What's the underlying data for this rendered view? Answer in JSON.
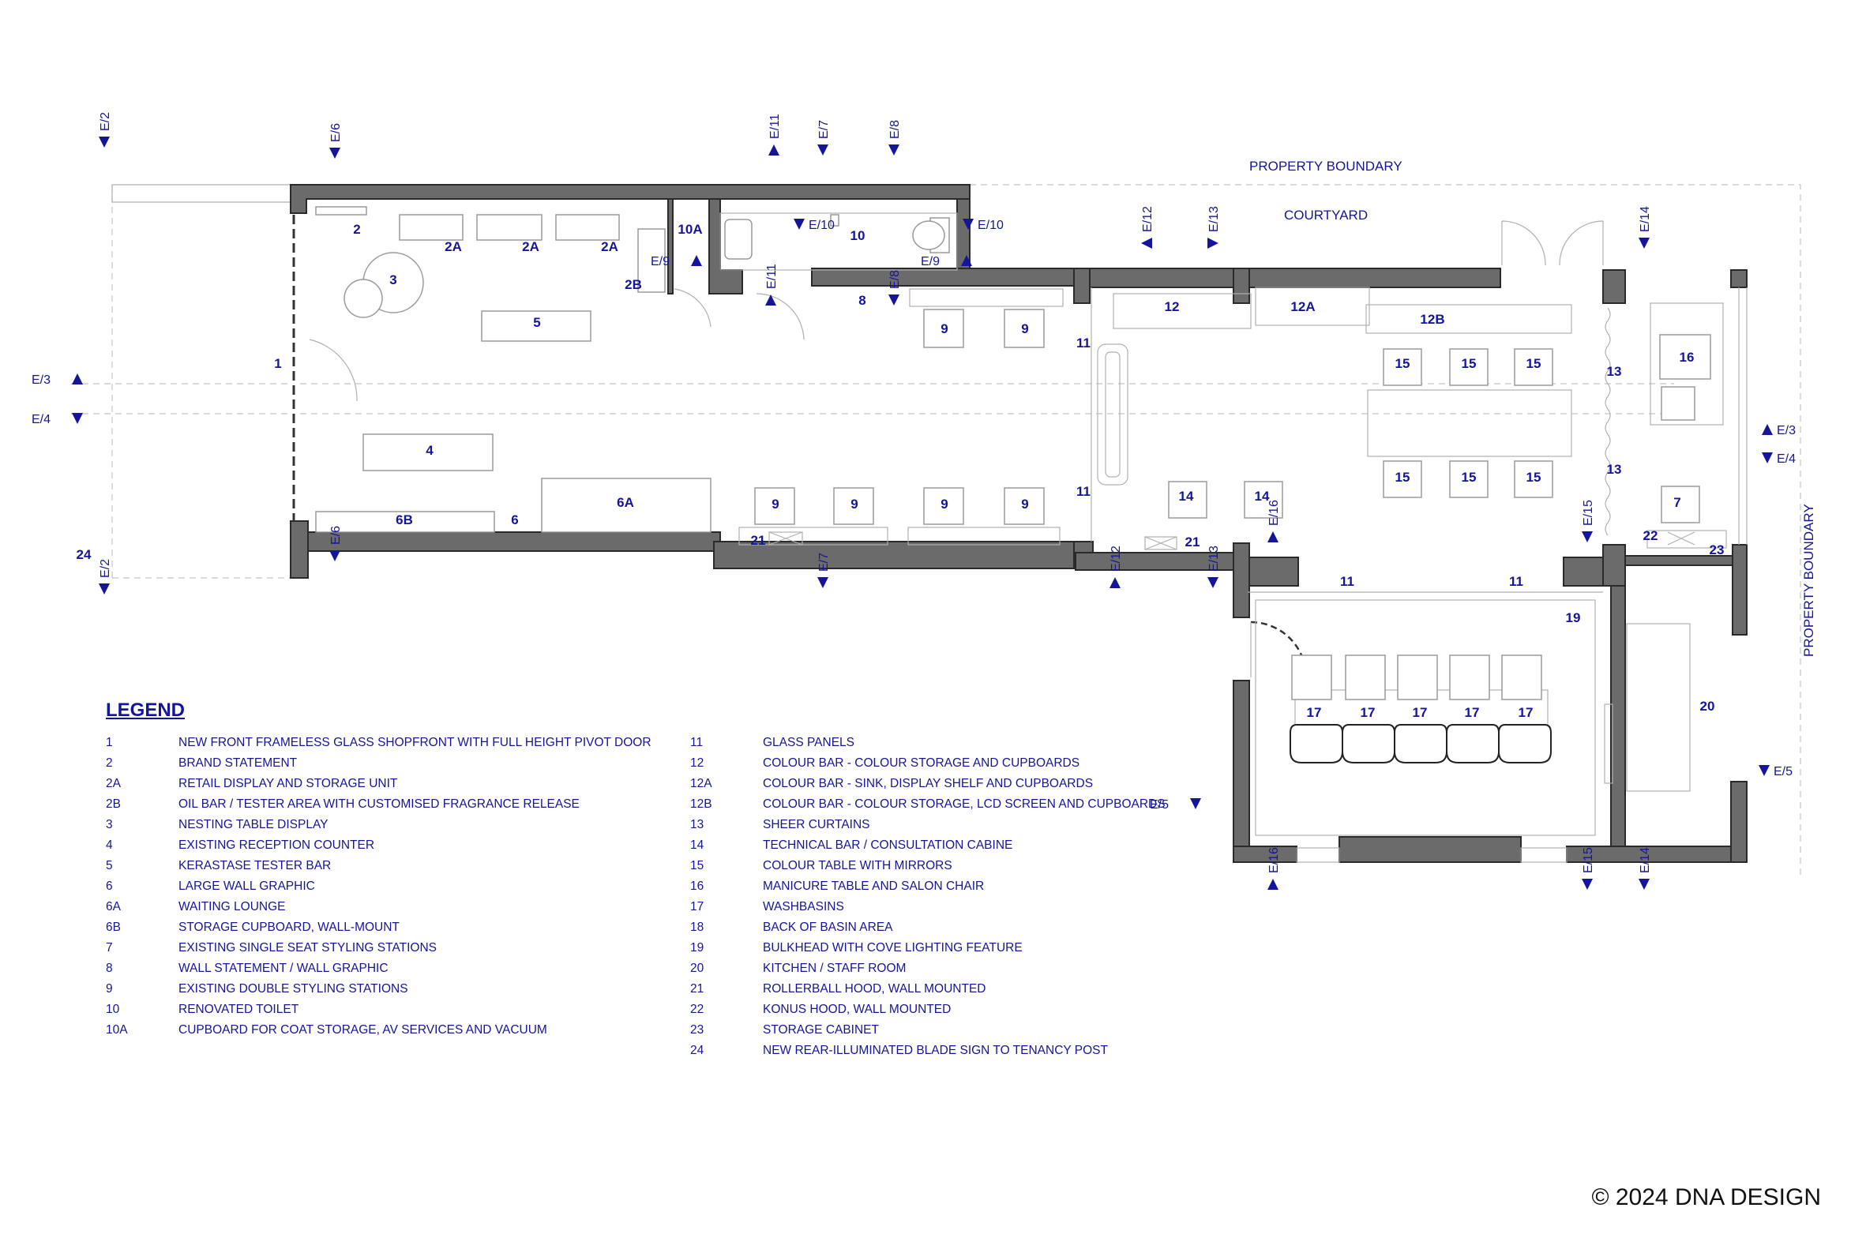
{
  "annotations": {
    "property_boundary_top": "PROPERTY BOUNDARY",
    "courtyard": "COURTYARD",
    "property_boundary_side": "PROPERTY BOUNDARY"
  },
  "room_labels": [
    "1",
    "2",
    "2A",
    "2A",
    "2A",
    "2B",
    "3",
    "4",
    "5",
    "6",
    "6A",
    "6B",
    "10A",
    "10",
    "8",
    "9",
    "9",
    "9",
    "9",
    "9",
    "9",
    "11",
    "11",
    "12",
    "12A",
    "12B",
    "15",
    "15",
    "15",
    "15",
    "15",
    "15",
    "16",
    "13",
    "13",
    "14",
    "14",
    "7",
    "21",
    "21",
    "22",
    "23",
    "24",
    "11",
    "11",
    "19",
    "17",
    "17",
    "17",
    "17",
    "17",
    "20"
  ],
  "elevation_markers": [
    "E/2",
    "E/6",
    "E/11",
    "E/7",
    "E/8",
    "E/3",
    "E/4",
    "E/10",
    "E/10",
    "E/9",
    "E/9",
    "E/12",
    "E/13",
    "E/14",
    "E/11",
    "E/8",
    "E/3",
    "E/4",
    "E/2",
    "E/6",
    "E/7",
    "E/12",
    "E/13",
    "E/16",
    "E/15",
    "E/5",
    "E/5",
    "E/16",
    "E/15",
    "E/14"
  ],
  "legend": {
    "title": "LEGEND",
    "items": [
      {
        "code": "1",
        "text": "NEW FRONT FRAMELESS GLASS SHOPFRONT WITH FULL HEIGHT PIVOT DOOR"
      },
      {
        "code": "2",
        "text": "BRAND STATEMENT"
      },
      {
        "code": "2A",
        "text": "RETAIL DISPLAY AND STORAGE UNIT"
      },
      {
        "code": "2B",
        "text": "OIL BAR / TESTER AREA WITH CUSTOMISED FRAGRANCE RELEASE"
      },
      {
        "code": "3",
        "text": "NESTING TABLE DISPLAY"
      },
      {
        "code": "4",
        "text": "EXISTING RECEPTION COUNTER"
      },
      {
        "code": "5",
        "text": "KERASTASE TESTER BAR"
      },
      {
        "code": "6",
        "text": "LARGE WALL GRAPHIC"
      },
      {
        "code": "6A",
        "text": "WAITING LOUNGE"
      },
      {
        "code": "6B",
        "text": "STORAGE CUPBOARD, WALL-MOUNT"
      },
      {
        "code": "7",
        "text": "EXISTING SINGLE SEAT STYLING STATIONS"
      },
      {
        "code": "8",
        "text": "WALL STATEMENT / WALL GRAPHIC"
      },
      {
        "code": "9",
        "text": "EXISTING DOUBLE STYLING STATIONS"
      },
      {
        "code": "10",
        "text": "RENOVATED TOILET"
      },
      {
        "code": "10A",
        "text": "CUPBOARD FOR COAT STORAGE, AV SERVICES AND VACUUM"
      },
      {
        "code": "11",
        "text": "GLASS PANELS"
      },
      {
        "code": "12",
        "text": "COLOUR BAR - COLOUR STORAGE AND CUPBOARDS"
      },
      {
        "code": "12A",
        "text": "COLOUR BAR - SINK, DISPLAY SHELF AND CUPBOARDS"
      },
      {
        "code": "12B",
        "text": "COLOUR BAR - COLOUR STORAGE, LCD SCREEN AND CUPBOARDS"
      },
      {
        "code": "13",
        "text": "SHEER CURTAINS"
      },
      {
        "code": "14",
        "text": "TECHNICAL BAR /  CONSULTATION CABINE"
      },
      {
        "code": "15",
        "text": "COLOUR TABLE WITH MIRRORS"
      },
      {
        "code": "16",
        "text": "MANICURE TABLE AND SALON CHAIR"
      },
      {
        "code": "17",
        "text": "WASHBASINS"
      },
      {
        "code": "18",
        "text": "BACK OF BASIN AREA"
      },
      {
        "code": "19",
        "text": "BULKHEAD WITH COVE LIGHTING FEATURE"
      },
      {
        "code": "20",
        "text": "KITCHEN / STAFF ROOM"
      },
      {
        "code": "21",
        "text": "ROLLERBALL HOOD, WALL MOUNTED"
      },
      {
        "code": "22",
        "text": "KONUS HOOD, WALL MOUNTED"
      },
      {
        "code": "23",
        "text": "STORAGE CABINET"
      },
      {
        "code": "24",
        "text": "NEW REAR-ILLUMINATED BLADE SIGN TO TENANCY POST"
      }
    ]
  },
  "copyright": "© 2024 DNA DESIGN",
  "colors": {
    "ink": "#15159a",
    "wall": "#6b6b6b",
    "furniture_line": "#9a9a9a"
  }
}
